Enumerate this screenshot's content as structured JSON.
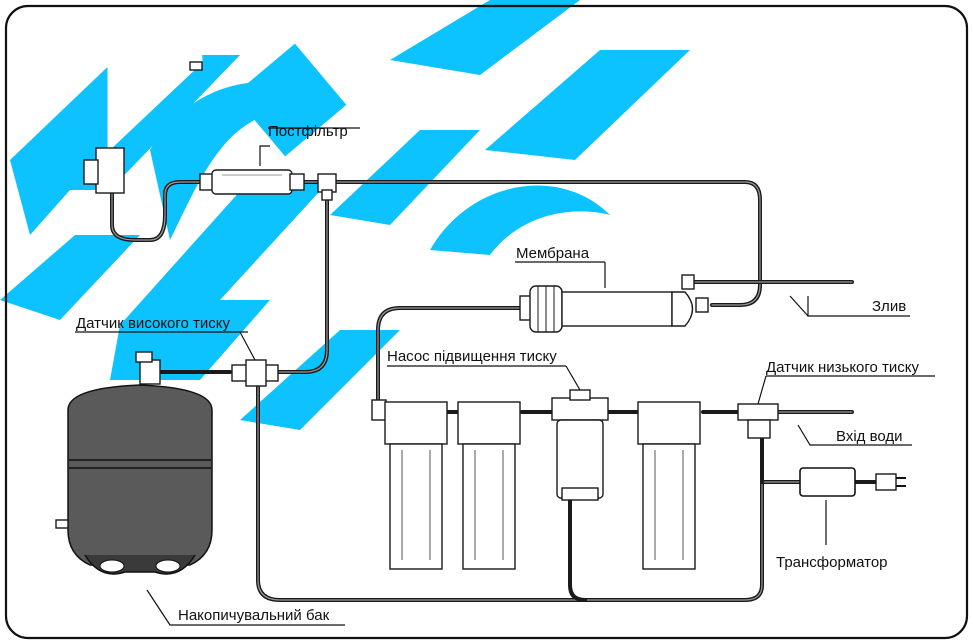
{
  "labels": {
    "postfilter": "Постфільтр",
    "membrane": "Мембрана",
    "drain": "Злив",
    "high_pressure_sensor": "Датчик високого тиску",
    "booster_pump": "Насос підвищення тиску",
    "low_pressure_sensor": "Датчик низького тиску",
    "water_inlet": "Вхід води",
    "transformer": "Трансформатор",
    "storage_tank": "Накопичувальний бак"
  },
  "colors": {
    "watermark": "#00bfff",
    "tube": "#1a1a1a",
    "tank": "#5a5a5a",
    "frame": "#111111"
  },
  "icons": {
    "faucet": "faucet-icon",
    "tank": "pressure-tank-icon",
    "pump": "pump-icon",
    "transformer": "power-adapter-icon",
    "plug": "plug-icon"
  }
}
